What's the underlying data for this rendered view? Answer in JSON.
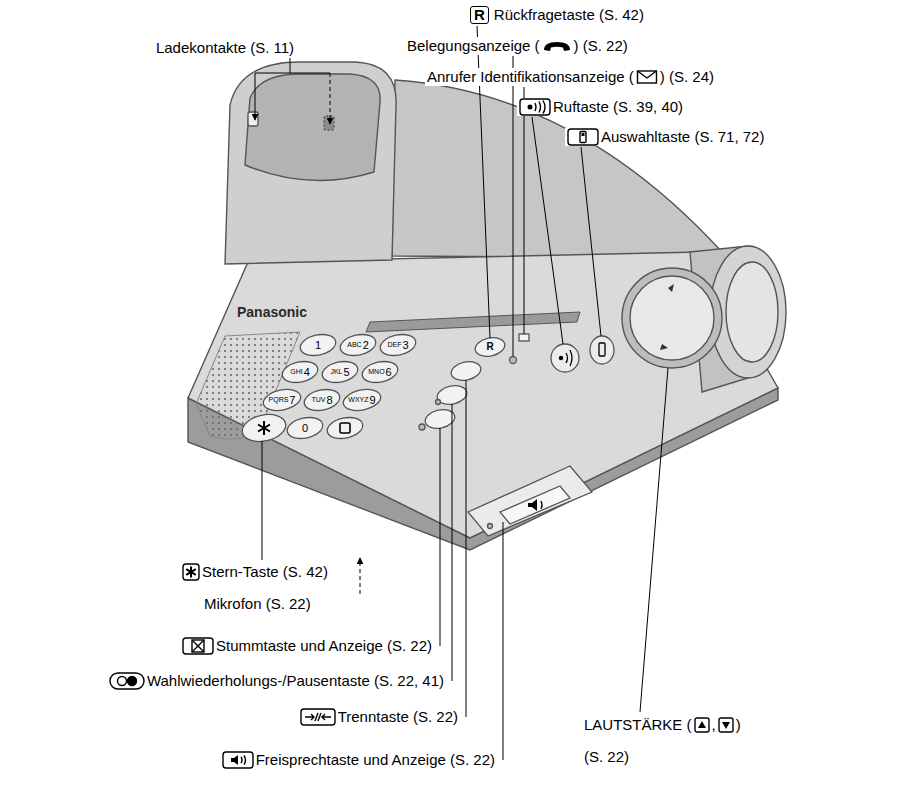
{
  "diagram": {
    "labels": [
      "Ladekontakte (S. 11)",
      "R",
      "Rückfragetaste (S. 42)",
      "Belegungsanzeige (",
      ") (S. 22)",
      "Anrufer Identifikationsanzeige (",
      ") (S. 24)",
      "Ruftaste (S. 39, 40)",
      "Auswahltaste (S. 71, 72)",
      "Panasonic",
      "1",
      "ABC",
      "2",
      "DEF",
      "3",
      "GHI",
      "4",
      "JKL",
      "5",
      "MNO",
      "6",
      "PQRS",
      "7",
      "TUV",
      "8",
      "WXYZ",
      "9",
      "0",
      "R",
      "Stern-Taste (S. 42)",
      "Mikrofon (S. 22)",
      "Stummtaste und Anzeige (S. 22)",
      "Wahlwiederholungs-/Pausentaste (S. 22, 41)",
      "Trenntaste (S. 22)",
      "Freisprechtaste und Anzeige (S. 22)",
      "LAUTSTÄRKE (",
      ",",
      ")",
      "(S. 22)"
    ]
  }
}
